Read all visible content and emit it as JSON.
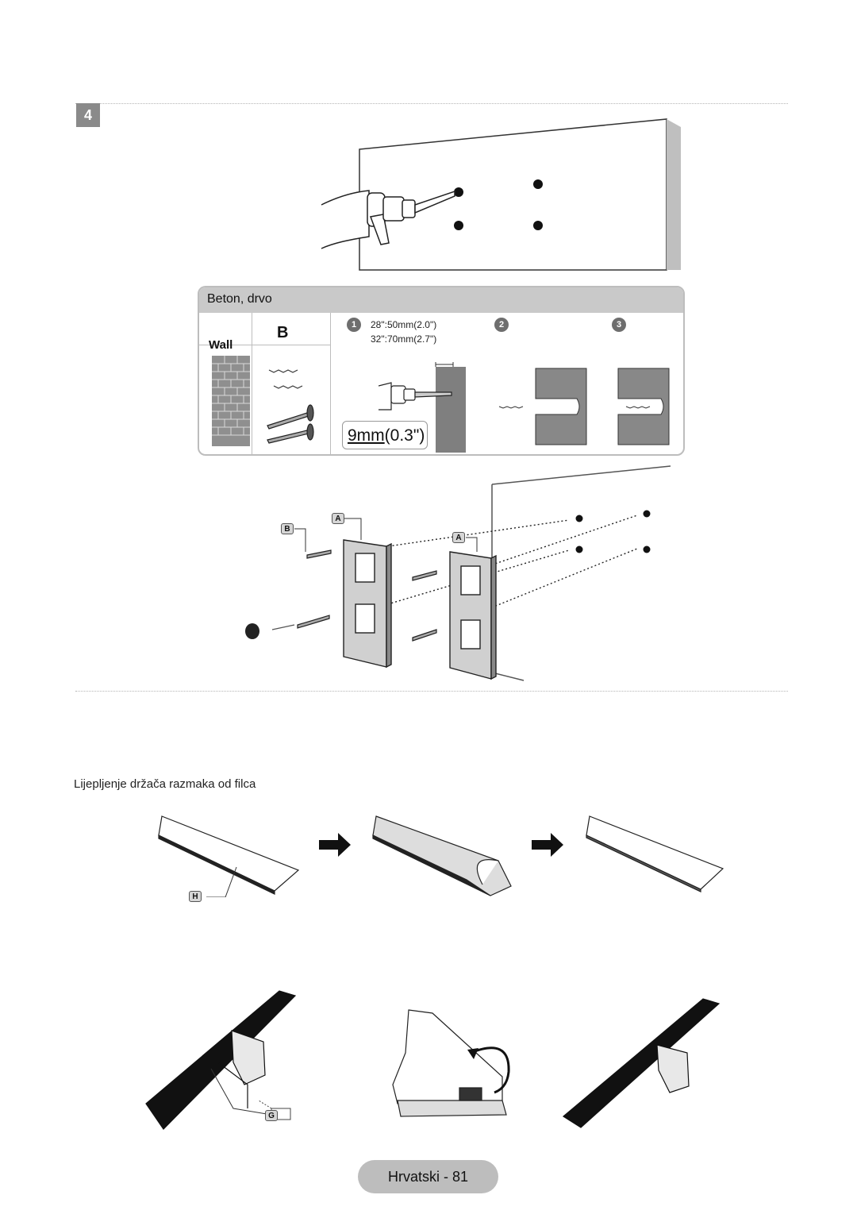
{
  "step": {
    "number": "4"
  },
  "mount_panel": {
    "title": "Beton, drvo",
    "wall_label": "Wall",
    "screw_label": "B",
    "steps": [
      "1",
      "2",
      "3"
    ],
    "depth_specs": [
      "28\":50mm(2.0\")",
      "32\":70mm(2.7\")"
    ],
    "drill_size_mm": "9mm",
    "drill_size_in": "(0.3\")"
  },
  "bracket_parts": {
    "bracket": "A",
    "screw": "B"
  },
  "felt_section": {
    "title": "Lijepljenje držača razmaka od filca",
    "felt_part": "H",
    "stand_part": "G"
  },
  "footer": {
    "page_label": "Hrvatski - 81"
  },
  "colors": {
    "badge": "#8a8a8a",
    "panel_header": "#c9c9c9",
    "footer_pill": "#bdbdbd"
  },
  "icons": [
    "drill-icon",
    "wall-icon",
    "screw-icon",
    "wall-plug-icon",
    "bracket-icon",
    "arrow-right-icon",
    "felt-pad-icon",
    "stand-icon",
    "rotate-arrow-icon"
  ]
}
